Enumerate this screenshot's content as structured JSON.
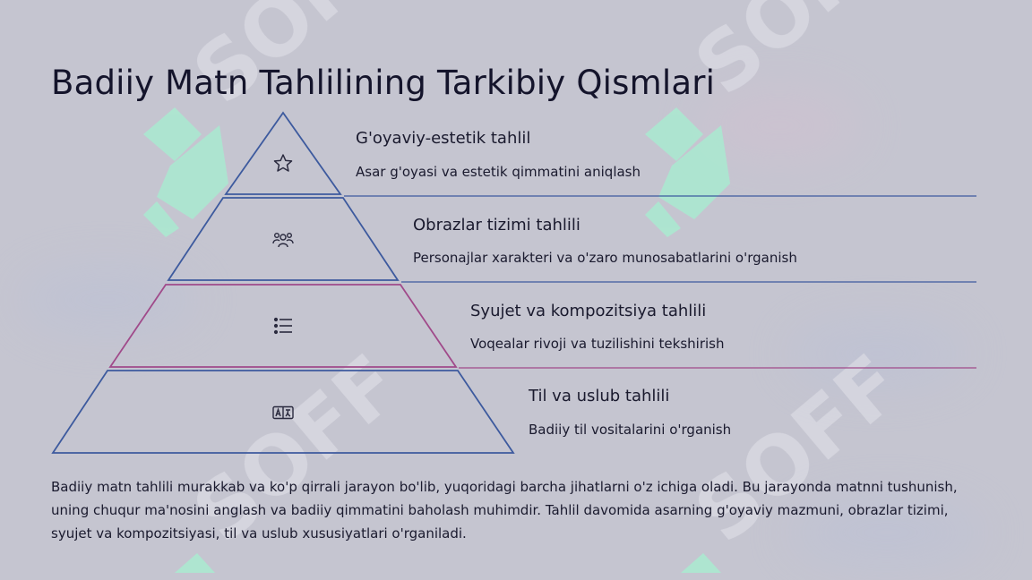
{
  "title": "Badiiy Matn Tahlilining Tarkibiy Qismlari",
  "levels": [
    {
      "title": "G'oyaviy-estetik tahlil",
      "description": "Asar g'oyasi va estetik qimmatini aniqlash",
      "icon": "star-icon",
      "color": "#3d5a9e"
    },
    {
      "title": "Obrazlar tizimi tahlili",
      "description": "Personajlar xarakteri va o'zaro munosabatlarini o'rganish",
      "icon": "users-icon",
      "color": "#3d5a9e"
    },
    {
      "title": "Syujet va kompozitsiya tahlili",
      "description": "Voqealar rivoji va tuzilishini tekshirish",
      "icon": "list-icon",
      "color": "#a04a8a"
    },
    {
      "title": "Til va uslub tahlili",
      "description": "Badiiy til vositalarini o'rganish",
      "icon": "translate-icon",
      "color": "#3d5a9e"
    }
  ],
  "summary": "Badiiy matn tahlili murakkab va ko'p qirrali jarayon bo'lib, yuqoridagi barcha jihatlarni o'z ichiga oladi. Bu jarayonda matnni tushunish, uning chuqur ma'nosini anglash va badiiy qimmatini baholash muhimdir. Tahlil davomida asarning g'oyaviy mazmuni, obrazlar tizimi, syujet va kompozitsiyasi, til va uslub xususiyatlari o'rganiladi.",
  "watermark_text": "SOFF",
  "colors": {
    "background": "#c5c5d0",
    "blue": "#3d5a9e",
    "magenta": "#a04a8a",
    "mint": "#9de8c8"
  }
}
